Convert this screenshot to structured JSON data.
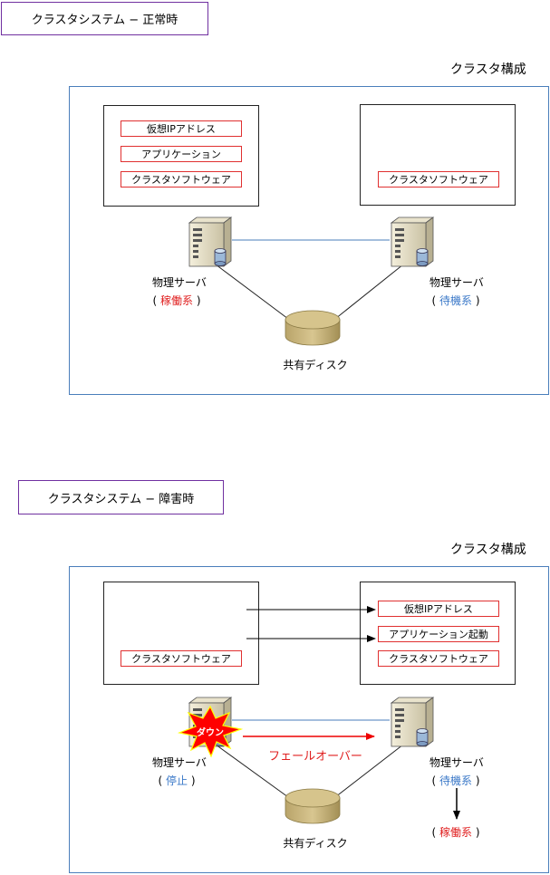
{
  "normal": {
    "title": "クラスタシステム − 正常時",
    "frame_label": "クラスタ構成",
    "left_node": {
      "tags": [
        "仮想IPアドレス",
        "アプリケーション",
        "クラスタソフトウェア"
      ]
    },
    "right_node": {
      "tags": [
        "クラスタソフトウェア"
      ]
    },
    "left_server": {
      "label": "物理サーバ",
      "status": "稼働系"
    },
    "right_server": {
      "label": "物理サーバ",
      "status": "待機系"
    },
    "disk": "共有ディスク"
  },
  "failure": {
    "title": "クラスタシステム − 障害時",
    "frame_label": "クラスタ構成",
    "left_node": {
      "tags": [
        "クラスタソフトウェア"
      ]
    },
    "right_node": {
      "tags": [
        "仮想IPアドレス",
        "アプリケーション起動",
        "クラスタソフトウェア"
      ]
    },
    "left_server": {
      "label": "物理サーバ",
      "status": "停止"
    },
    "right_server": {
      "label": "物理サーバ",
      "status": "待機系",
      "new_status": "稼働系"
    },
    "disk": "共有ディスク",
    "down_badge": "ダウン",
    "failover_label": "フェールオーバー"
  },
  "colors": {
    "frame": "#4a7ebb",
    "title_border": "#7030a0",
    "tag_border": "#e03030",
    "active": "#e02020",
    "standby": "#3a78c8"
  }
}
